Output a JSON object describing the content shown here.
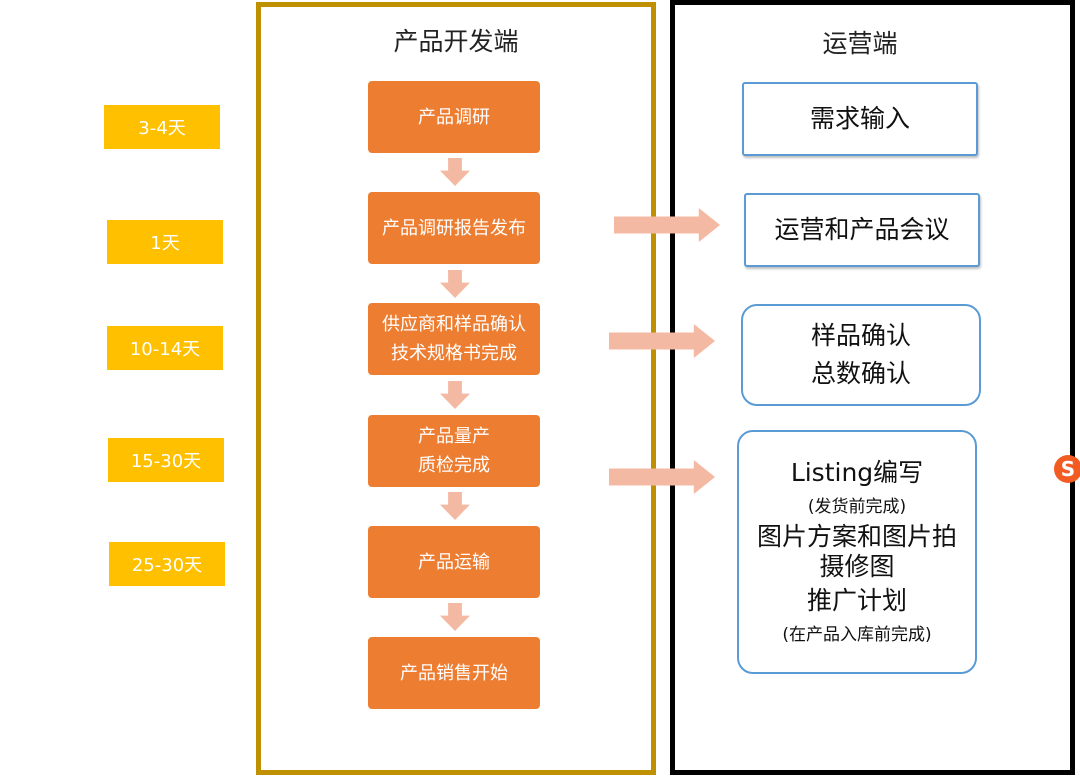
{
  "durations": [
    "3-4天",
    "1天",
    "10-14天",
    "15-30天",
    "25-30天"
  ],
  "dev": {
    "title": "产品开发端",
    "steps": [
      {
        "line1": "产品调研",
        "line2": ""
      },
      {
        "line1": "产品调研报告发布",
        "line2": ""
      },
      {
        "line1": "供应商和样品确认",
        "line2": "技术规格书完成"
      },
      {
        "line1": "产品量产",
        "line2": "质检完成"
      },
      {
        "line1": "产品运输",
        "line2": ""
      },
      {
        "line1": "产品销售开始",
        "line2": ""
      }
    ]
  },
  "ops": {
    "title": "运营端",
    "box1": "需求输入",
    "box2": "运营和产品会议",
    "box3": {
      "line1": "样品确认",
      "line2": "总数确认"
    },
    "box4": {
      "l1": "Listing编写",
      "l2": "(发货前完成)",
      "l3": "图片方案和图片拍",
      "l4": "摄修图",
      "l5": "推广计划",
      "l6": "(在产品入库前完成)"
    }
  },
  "tray_icon": {
    "name": "sogou-ime-icon",
    "glyph": "S",
    "color": "#F25C22"
  },
  "colors": {
    "duration": "#FFC000",
    "step": "#ED7D31",
    "arrow": "#F4B9A2",
    "dev_border": "#BF9000",
    "ops_border": "#000000",
    "ops_box_border": "#5B9BD5"
  }
}
